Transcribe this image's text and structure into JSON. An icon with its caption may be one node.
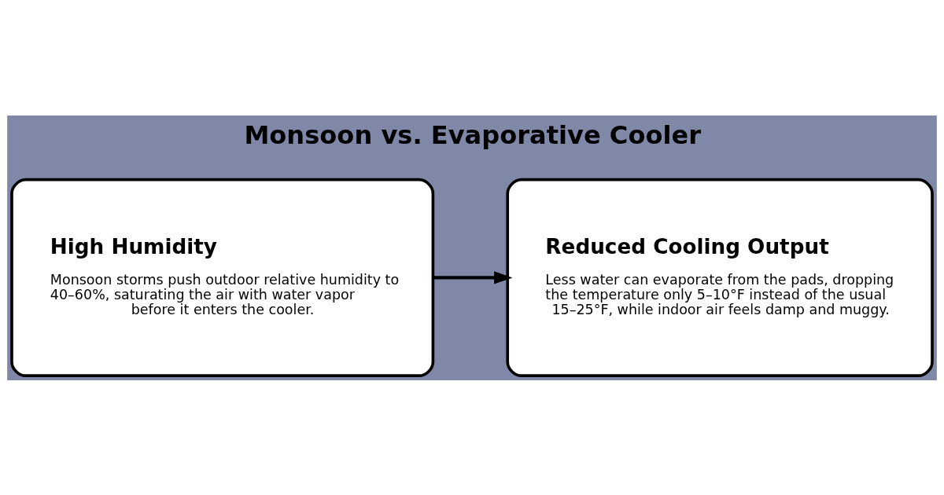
{
  "diagram": {
    "title": "Monsoon vs. Evaporative Cooler",
    "nodes": [
      {
        "text": [
          "High Humidity",
          "Monsoon storms push outdoor relative humidity to 40–60%, saturating the air with water vapor before it enters the cooler."
        ]
      },
      {
        "text": [
          "Reduced Cooling Output",
          "Less water can evaporate from the pads, dropping the temperature only 5–10°F instead of the usual 15–25°F, while indoor air feels damp and muggy."
        ]
      }
    ],
    "edges": [
      {
        "from": 0,
        "to": 1,
        "arrow": "to"
      }
    ]
  }
}
